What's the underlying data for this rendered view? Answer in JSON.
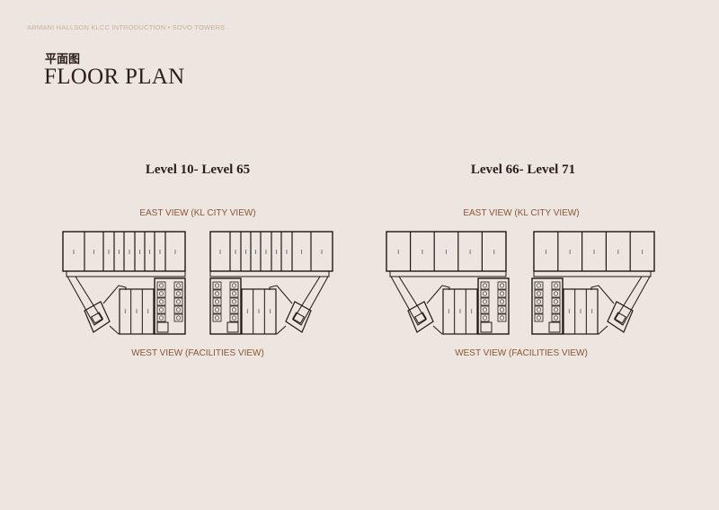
{
  "header": {
    "breadcrumb": "ARMANI HALLSON KLCC INTRODUCTION • SOVO TOWERS"
  },
  "page": {
    "title_cn": "平面图",
    "title": "FLOOR PLAN"
  },
  "plans": [
    {
      "level": "Level 10- Level 65",
      "top_label": "EAST VIEW (KL CITY VIEW)",
      "bottom_label": "WEST VIEW (FACILITIES VIEW)",
      "top_units": 9,
      "bottom_units": 3
    },
    {
      "level": "Level 66- Level 71",
      "top_label": "EAST VIEW (KL CITY VIEW)",
      "bottom_label": "WEST VIEW (FACILITIES VIEW)",
      "top_units": 5,
      "bottom_units": 3
    }
  ],
  "colors": {
    "background": "#ede5df",
    "title": "#2b1d17",
    "label": "#8a5535",
    "line": "#1e1612"
  }
}
